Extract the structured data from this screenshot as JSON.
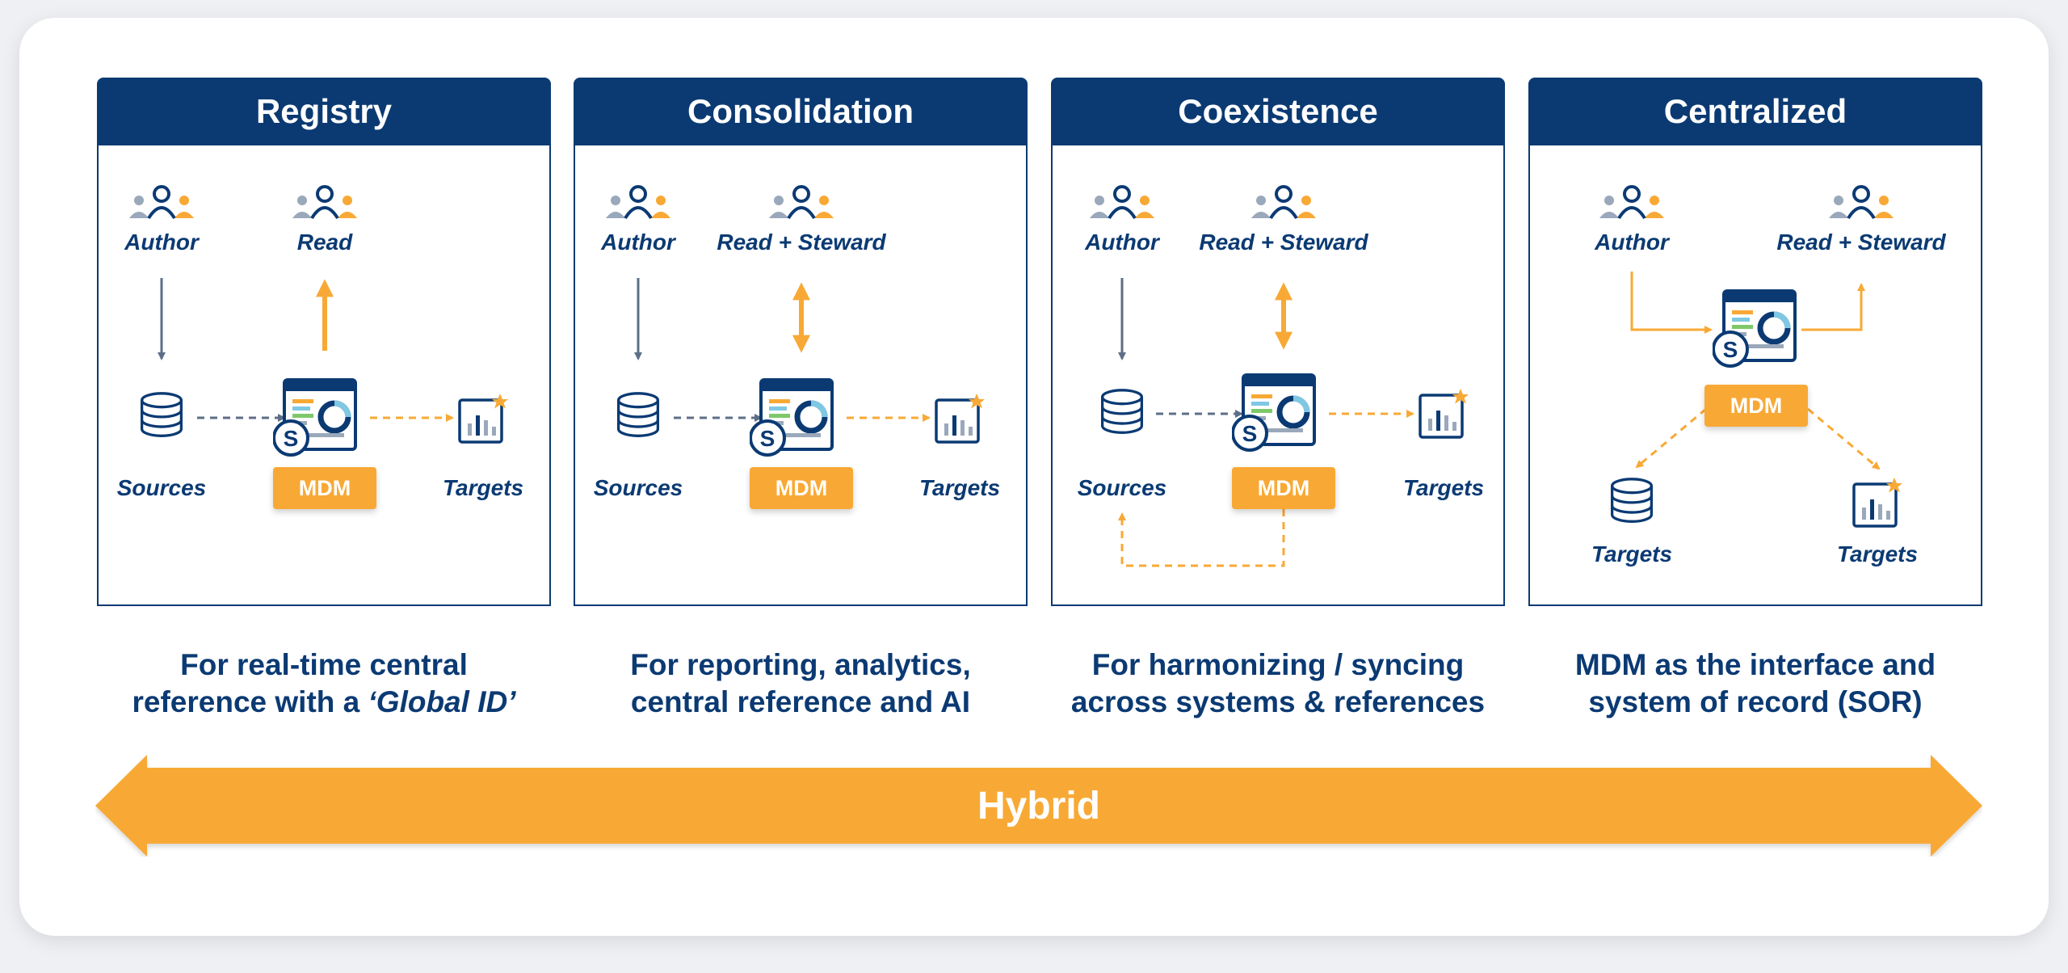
{
  "columns": [
    {
      "title": "Registry",
      "author_label": "Author",
      "read_label": "Read",
      "sources_label": "Sources",
      "mdm_label": "MDM",
      "targets_label": "Targets",
      "description_line1": "For real-time central",
      "description_line2_prefix": "reference with a ",
      "description_line2_emph": "‘Global ID’"
    },
    {
      "title": "Consolidation",
      "author_label": "Author",
      "read_label": "Read + Steward",
      "sources_label": "Sources",
      "mdm_label": "MDM",
      "targets_label": "Targets",
      "description_line1": "For reporting, analytics,",
      "description_line2": "central reference and AI"
    },
    {
      "title": "Coexistence",
      "author_label": "Author",
      "read_label": "Read + Steward",
      "sources_label": "Sources",
      "mdm_label": "MDM",
      "targets_label": "Targets",
      "description_line1": "For harmonizing / syncing",
      "description_line2": "across systems & references"
    },
    {
      "title": "Centralized",
      "author_label": "Author",
      "read_label": "Read + Steward",
      "mdm_label": "MDM",
      "targets_left_label": "Targets",
      "targets_right_label": "Targets",
      "description_line1": "MDM as the interface and",
      "description_line2": "system of record (SOR)"
    }
  ],
  "hybrid_label": "Hybrid",
  "icons": {
    "users": "users-icon",
    "database": "database-icon",
    "dashboard": "mdm-dashboard-icon",
    "report": "report-chart-icon"
  },
  "colors": {
    "navy": "#0b3a73",
    "orange": "#f8a935",
    "slate": "#5d6f87"
  }
}
